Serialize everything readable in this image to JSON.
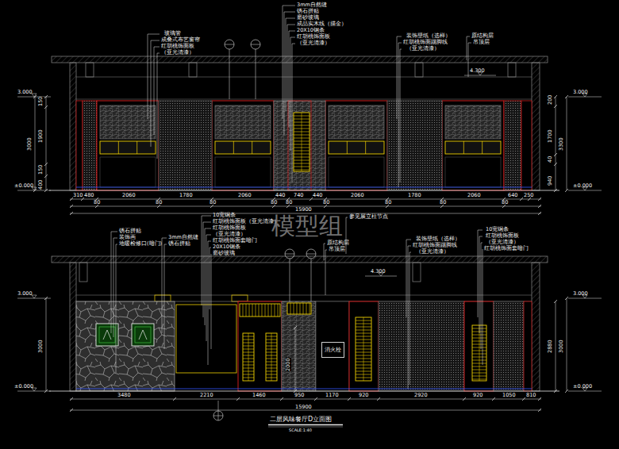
{
  "diagram": {
    "title": "二层风味餐厅D立面图",
    "caption": "SCALE:1:40",
    "nodes": [
      {
        "text": [
          "消火栓"
        ]
      }
    ],
    "labels": [
      "玻璃管",
      "成叠式布艺窗帘",
      "红胡桃饰面板",
      "（亚光清漆）",
      "3mm自然缝",
      "锈石拼贴",
      "磨砂玻璃",
      "成品实木线（描金）",
      "20X10钢条",
      "红胡桃饰面板",
      "（亚光清漆）",
      "装饰壁纸（选样）",
      "红胡桃饰面踢脚线",
      "（亚光清漆）",
      "原结构层",
      "吊顶层",
      "4.300",
      "3.000",
      "±0.000",
      "3000",
      "150",
      "1900",
      "150",
      "400",
      "200",
      "1700",
      "40",
      "940",
      "3300",
      "3.000",
      "±0.000",
      "310",
      "480",
      "2060",
      "1780",
      "2060",
      "440",
      "740",
      "440",
      "2060",
      "1780",
      "2060",
      "640",
      "250",
      "80",
      "80",
      "80",
      "80",
      "80",
      "80",
      "80",
      "80",
      "80",
      "15900",
      "锈石拼贴",
      "装饰画",
      "地暖检修口(暗门)",
      "10宽铜条",
      "红胡桃饰面板（亚光清漆）",
      "3mm自然缝",
      "锈石拼贴",
      "红胡桃饰面板",
      "（亚光清漆）",
      "红胡桃饰面套暗门",
      "20X10钢条",
      "磨砂玻璃",
      "参见展立柱节点",
      "原结构层",
      "吊顶层",
      "4.300",
      "装饰壁纸（选样）",
      "红胡桃饰面踢脚线",
      "（亚光清漆）",
      "10宽铜条",
      "红胡桃饰面板",
      "（亚光清漆）",
      "红胡桃饰面套暗门",
      "3.000",
      "±0.000",
      "3000",
      "2880",
      "3000",
      "3.000",
      "±0.000",
      "2000",
      "3480",
      "2210",
      "1460",
      "950",
      "1170",
      "920",
      "2920",
      "920",
      "1050",
      "810",
      "15900",
      "模型组"
    ]
  }
}
